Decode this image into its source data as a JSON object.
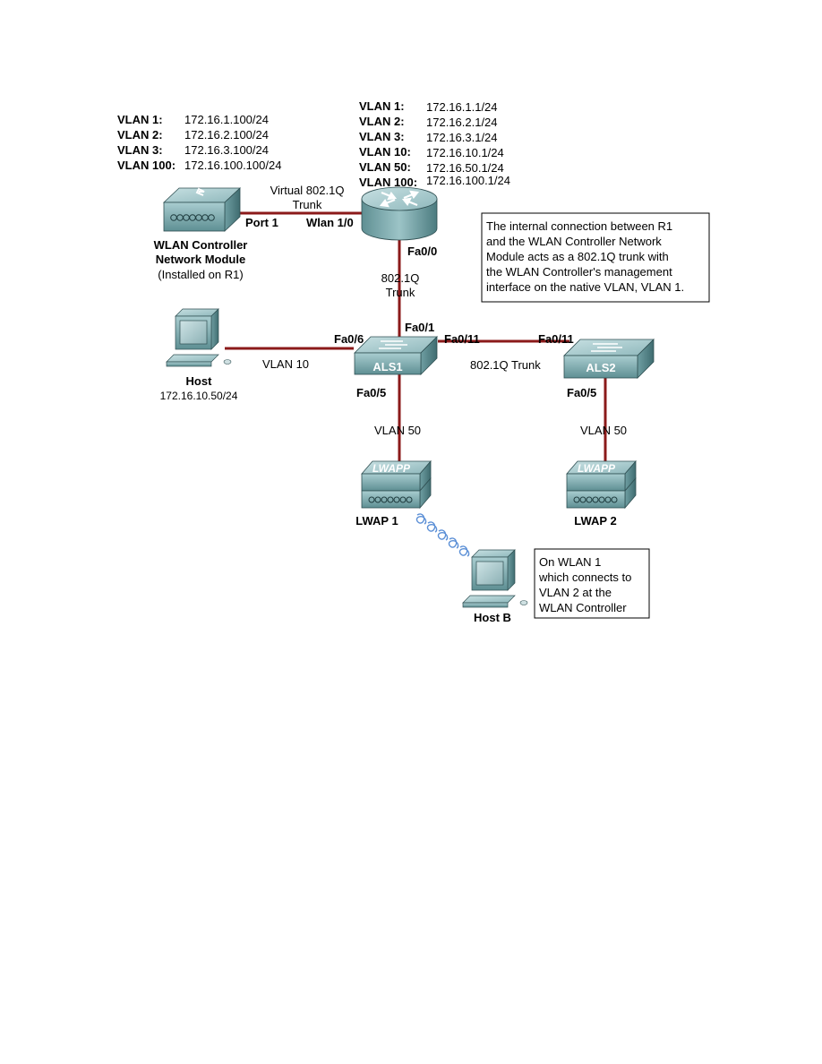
{
  "wlan_controller": {
    "vlans": [
      {
        "vlan": "VLAN 1:",
        "ip": "172.16.1.100/24"
      },
      {
        "vlan": "VLAN 2:",
        "ip": "172.16.2.100/24"
      },
      {
        "vlan": "VLAN 3:",
        "ip": "172.16.3.100/24"
      },
      {
        "vlan": "VLAN 100:",
        "ip": "172.16.100.100/24"
      }
    ],
    "name_line1": "WLAN Controller",
    "name_line2": "Network Module",
    "note": "(Installed on R1)",
    "port_label": "Port 1"
  },
  "router": {
    "vlans": [
      {
        "vlan": "VLAN 1:",
        "ip": "172.16.1.1/24"
      },
      {
        "vlan": "VLAN 2:",
        "ip": "172.16.2.1/24"
      },
      {
        "vlan": "VLAN 3:",
        "ip": "172.16.3.1/24"
      },
      {
        "vlan": "VLAN 10:",
        "ip": "172.16.10.1/24"
      },
      {
        "vlan": "VLAN 50:",
        "ip": "172.16.50.1/24"
      },
      {
        "vlan": "VLAN 100:",
        "ip": "172.16.100.1/24"
      }
    ],
    "wlan_port": "Wlan 1/0",
    "fa00": "Fa0/0"
  },
  "links": {
    "virtual_trunk_line1": "Virtual 802.1Q",
    "virtual_trunk_line2": "Trunk",
    "r1_als1_line1": "802.1Q",
    "r1_als1_line2": "Trunk",
    "als_trunk": "802.1Q Trunk",
    "host_vlan": "VLAN 10",
    "lwap1_vlan": "VLAN 50",
    "lwap2_vlan": "VLAN 50"
  },
  "als1": {
    "name": "ALS1",
    "fa01": "Fa0/1",
    "fa06": "Fa0/6",
    "fa011": "Fa0/11",
    "fa05": "Fa0/5"
  },
  "als2": {
    "name": "ALS2",
    "fa011": "Fa0/11",
    "fa05": "Fa0/5"
  },
  "host": {
    "name": "Host",
    "ip": "172.16.10.50/24"
  },
  "lwap1": {
    "name": "LWAP 1",
    "badge": "LWAPP"
  },
  "lwap2": {
    "name": "LWAP 2",
    "badge": "LWAPP"
  },
  "hostb": {
    "name": "Host B"
  },
  "note_internal": {
    "lines": [
      "The internal connection between R1",
      "and the WLAN Controller Network",
      "Module acts as a 802.1Q trunk with",
      "the WLAN Controller's management",
      "interface on the native VLAN, VLAN 1."
    ]
  },
  "note_wlan1": {
    "lines": [
      "On WLAN 1",
      "which connects to",
      "VLAN 2 at the",
      "WLAN Controller"
    ]
  }
}
